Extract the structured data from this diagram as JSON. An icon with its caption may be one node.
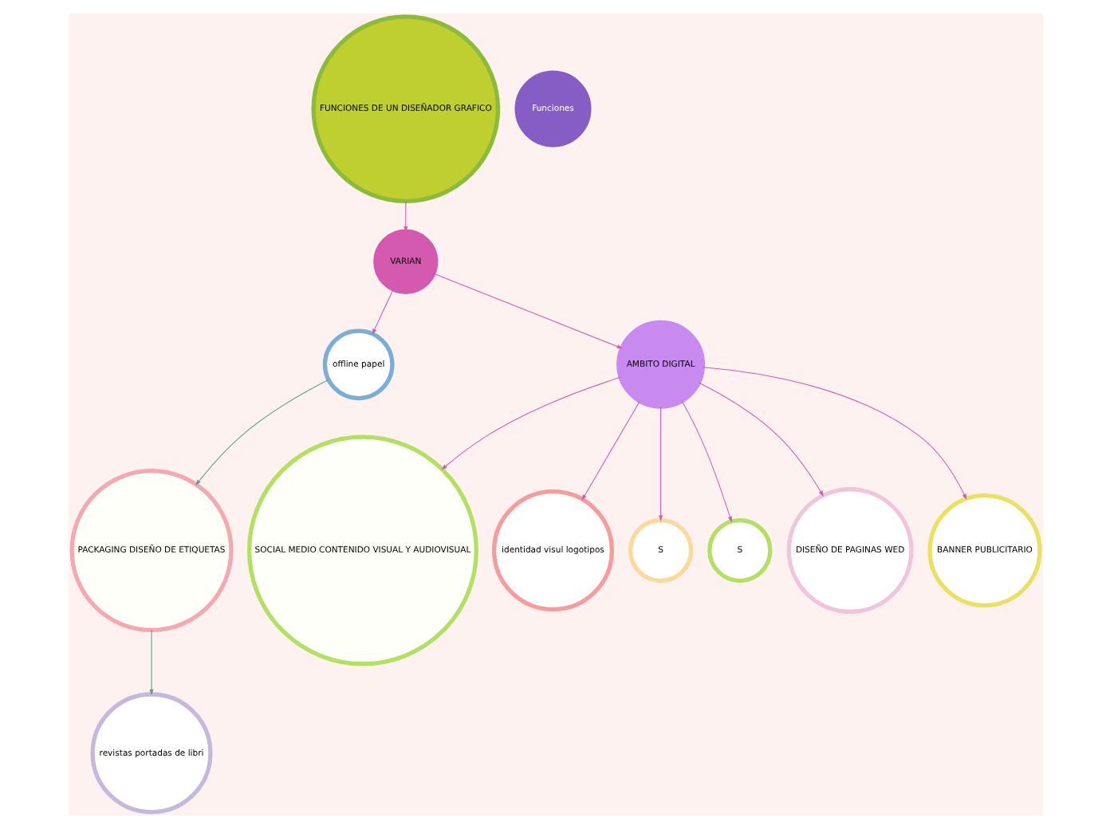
{
  "diagram": {
    "nodes": [
      {
        "text": [
          "SOCIAL MEDIO CONTENIDO VISUAL Y AUDIOVISUAL"
        ]
      },
      {
        "text": [
          "identidad visul logotipos"
        ]
      },
      {
        "text": [
          "S"
        ]
      },
      {
        "text": [
          "VARIAN"
        ]
      },
      {
        "text": [
          "offline papel"
        ]
      },
      {
        "text": [
          "PACKAGING DISEÑO DE ETIQUETAS"
        ]
      },
      {
        "text": [
          "AMBITO DIGITAL"
        ]
      },
      {
        "text": [
          "S"
        ]
      },
      {
        "text": [
          "FUNCIONES DE UN DISEÑADOR GRAFICO"
        ]
      },
      {
        "text": [
          "DISEÑO DE PAGINAS WED"
        ]
      },
      {
        "text": [
          "Funciones"
        ]
      },
      {
        "text": [
          "revistas portadas de libri"
        ]
      },
      {
        "text": [
          "BANNER PUBLICITARIO"
        ]
      }
    ],
    "edges": [
      {
        "from": 8,
        "to": 3,
        "arrow": "to"
      },
      {
        "from": 3,
        "to": 6,
        "arrow": "to"
      },
      {
        "from": 3,
        "to": 4,
        "arrow": "to"
      },
      {
        "from": 4,
        "to": 5,
        "arrow": "to",
        "color": "#5a9e8a"
      },
      {
        "from": 5,
        "to": 11,
        "arrow": "to",
        "color": "#5a9e8a"
      },
      {
        "from": 6,
        "to": 2,
        "arrow": "to"
      },
      {
        "from": 6,
        "to": 1,
        "arrow": "to"
      },
      {
        "from": 6,
        "to": 0,
        "arrow": "to"
      },
      {
        "from": 6,
        "to": 7,
        "arrow": "to"
      },
      {
        "from": 6,
        "to": 12,
        "arrow": "to"
      },
      {
        "from": 6,
        "to": 9,
        "arrow": "to"
      }
    ]
  }
}
